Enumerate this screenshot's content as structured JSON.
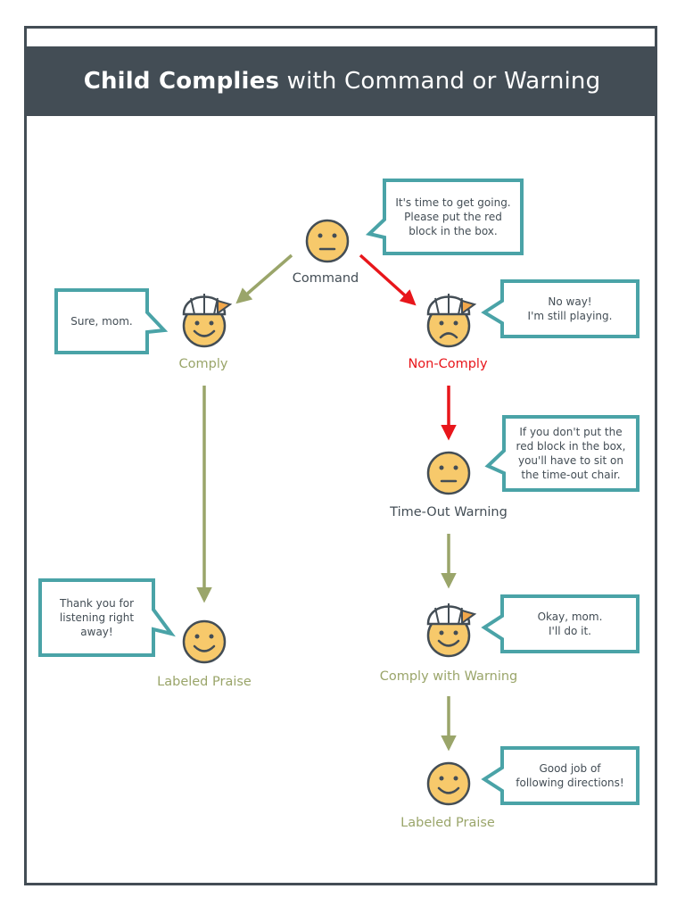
{
  "title": {
    "bold": "Child Complies",
    "rest": " with Command or Warning"
  },
  "colors": {
    "header": "#434d55",
    "bubble_border": "#4aa3a7",
    "arrow_green": "#9aa56a",
    "arrow_red": "#e8161b",
    "face": "#f7c96b",
    "face_outline": "#434d55"
  },
  "nodes": {
    "command": {
      "label": "Command",
      "bubble": [
        "It's time to get going.",
        "Please put the red",
        "block in the box."
      ]
    },
    "comply": {
      "label": "Comply",
      "bubble": [
        "Sure, mom."
      ]
    },
    "non_comply": {
      "label": "Non-Comply",
      "bubble": [
        "No way!",
        "I'm still playing."
      ]
    },
    "timeout_warning": {
      "label": "Time-Out Warning",
      "bubble": [
        "If you don't put the",
        "red block in the box,",
        "you'll have to sit on",
        "the time-out chair."
      ]
    },
    "labeled_praise_left": {
      "label": "Labeled Praise",
      "bubble": [
        "Thank you for",
        "listening right",
        "away!"
      ]
    },
    "comply_warning": {
      "label": "Comply with Warning",
      "bubble": [
        "Okay, mom.",
        "I'll do it."
      ]
    },
    "labeled_praise_right": {
      "label": "Labeled Praise",
      "bubble": [
        "Good job of",
        "following directions!"
      ]
    }
  }
}
